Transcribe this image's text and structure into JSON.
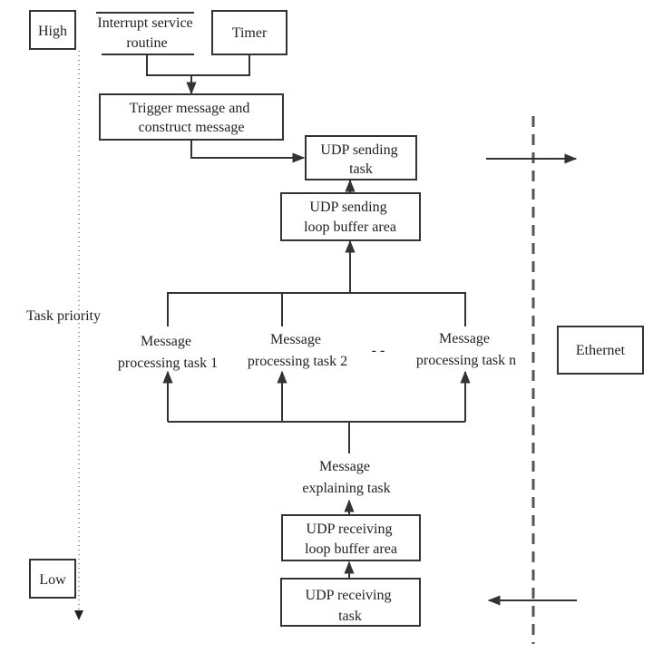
{
  "priority": {
    "high": "High",
    "low": "Low",
    "axis_label": "Task priority"
  },
  "sources": {
    "isr": [
      "Interrupt service",
      "routine"
    ],
    "timer": "Timer"
  },
  "trigger": [
    "Trigger message and",
    "construct message"
  ],
  "udp_send_task": [
    "UDP sending",
    "task"
  ],
  "udp_send_buffer": [
    "UDP sending",
    "loop buffer area"
  ],
  "processing_tasks": [
    [
      "Message",
      "processing task 1"
    ],
    [
      "Message",
      "processing task 2"
    ],
    [
      "Message",
      "processing task n"
    ]
  ],
  "ellipsis": "- -",
  "explaining_task": [
    "Message",
    "explaining task"
  ],
  "udp_recv_buffer": [
    "UDP receiving",
    "loop buffer area"
  ],
  "udp_recv_task": [
    "UDP receiving",
    "task"
  ],
  "ethernet": "Ethernet"
}
